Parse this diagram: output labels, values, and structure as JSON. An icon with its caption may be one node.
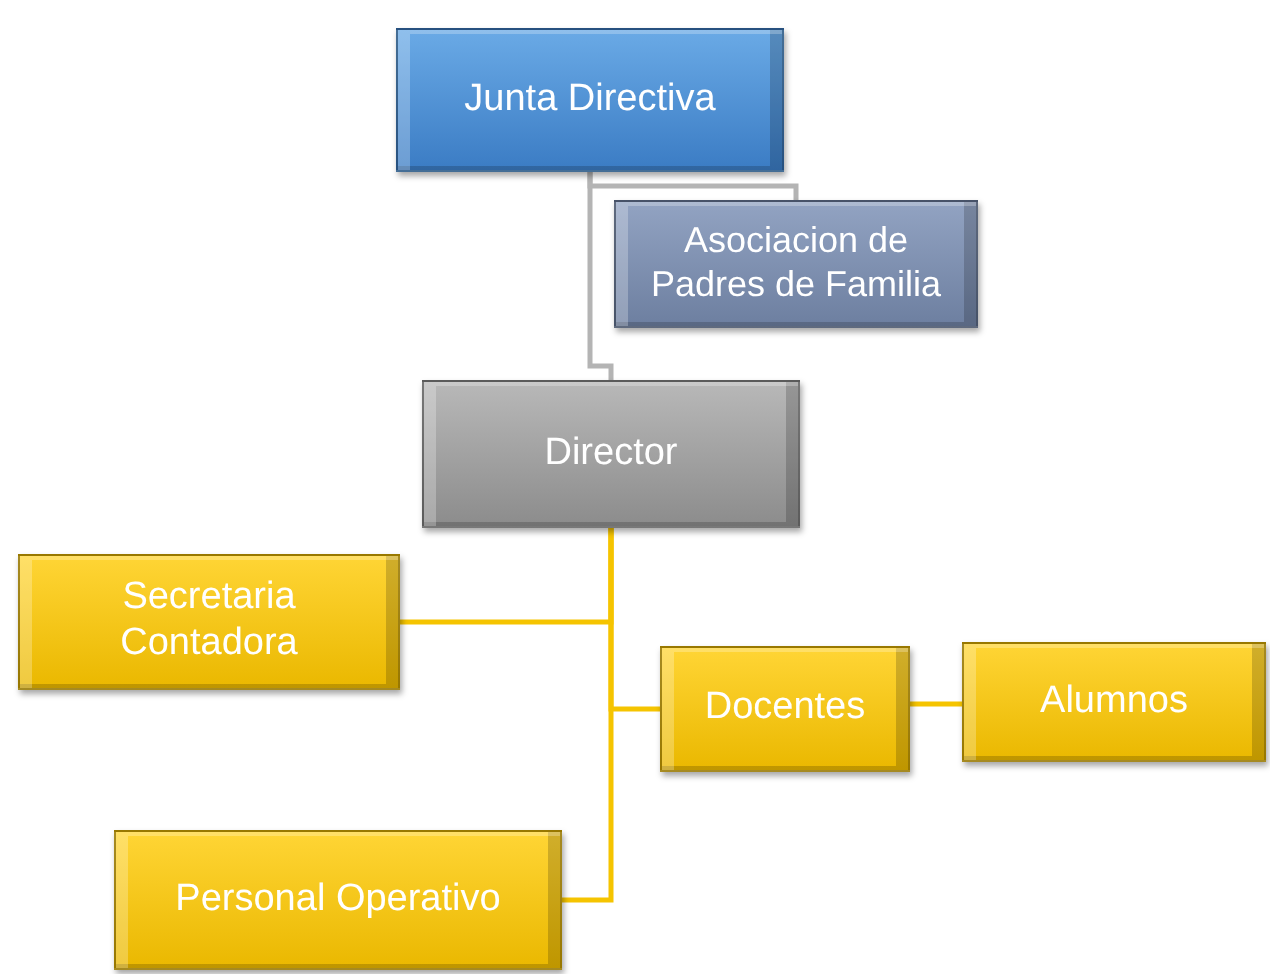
{
  "diagram": {
    "nodes": [
      {
        "text": [
          "Junta Directiva"
        ]
      },
      {
        "text": [
          "Asociacion de Padres de Familia"
        ]
      },
      {
        "text": [
          "Director"
        ]
      },
      {
        "text": [
          "Secretaria Contadora"
        ]
      },
      {
        "text": [
          "Docentes"
        ]
      },
      {
        "text": [
          "Alumnos"
        ]
      },
      {
        "text": [
          "Personal Operativo"
        ]
      }
    ],
    "edges": [
      {
        "from": 0,
        "to": 1,
        "arrow": "none",
        "color": "#b4b4b4"
      },
      {
        "from": 0,
        "to": 2,
        "arrow": "none",
        "color": "#b4b4b4"
      },
      {
        "from": 2,
        "to": 3,
        "arrow": "none"
      },
      {
        "from": 2,
        "to": 4,
        "arrow": "none"
      },
      {
        "from": 2,
        "to": 6,
        "arrow": "none"
      },
      {
        "from": 4,
        "to": 5,
        "arrow": "none"
      }
    ]
  }
}
